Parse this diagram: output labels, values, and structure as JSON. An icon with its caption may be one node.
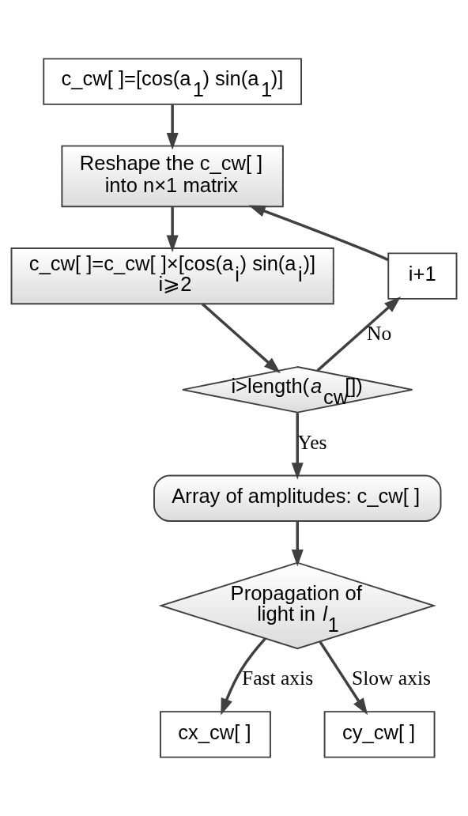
{
  "diagram": {
    "nodes": [
      {
        "text": [
          "c_cw[ ]=[cos(a$_{1}$) sin(a$_{1}$)]"
        ]
      },
      {
        "text": [
          "Reshape the c_cw[ ] into n×1 matrix"
        ]
      },
      {
        "text": [
          "c_cw[ ]=c_cw[ ]×[cos(a$_{i}$) sin(a$_{i}$)]",
          "i⩾2"
        ]
      },
      {
        "text": [
          "i>length(*a*$_{cw}$[])"
        ]
      },
      {
        "text": [
          "i+1"
        ]
      },
      {
        "text": [
          "Array of amplitudes: c_cw[ ]"
        ]
      },
      {
        "text": [
          "Propagation of light in *l*$_{1}$"
        ]
      },
      {
        "text": [
          "cx_cw[ ]"
        ]
      },
      {
        "text": [
          "cy_cw[ ]"
        ]
      }
    ],
    "edges": [
      {
        "from": 0,
        "to": 1,
        "arrow": "to"
      },
      {
        "from": 1,
        "to": 2,
        "arrow": "to"
      },
      {
        "from": 2,
        "to": 3,
        "arrow": "to"
      },
      {
        "from": 3,
        "to": 4,
        "arrow": "to",
        "label": "No"
      },
      {
        "from": 4,
        "to": 1,
        "arrow": "to"
      },
      {
        "from": 3,
        "to": 5,
        "arrow": "to",
        "label": "Yes"
      },
      {
        "from": 5,
        "to": 6,
        "arrow": "to"
      },
      {
        "from": 6,
        "to": 7,
        "arrow": "to",
        "label": "Fast axis"
      },
      {
        "from": 6,
        "to": 8,
        "arrow": "to",
        "label": "Slow axis"
      }
    ]
  }
}
